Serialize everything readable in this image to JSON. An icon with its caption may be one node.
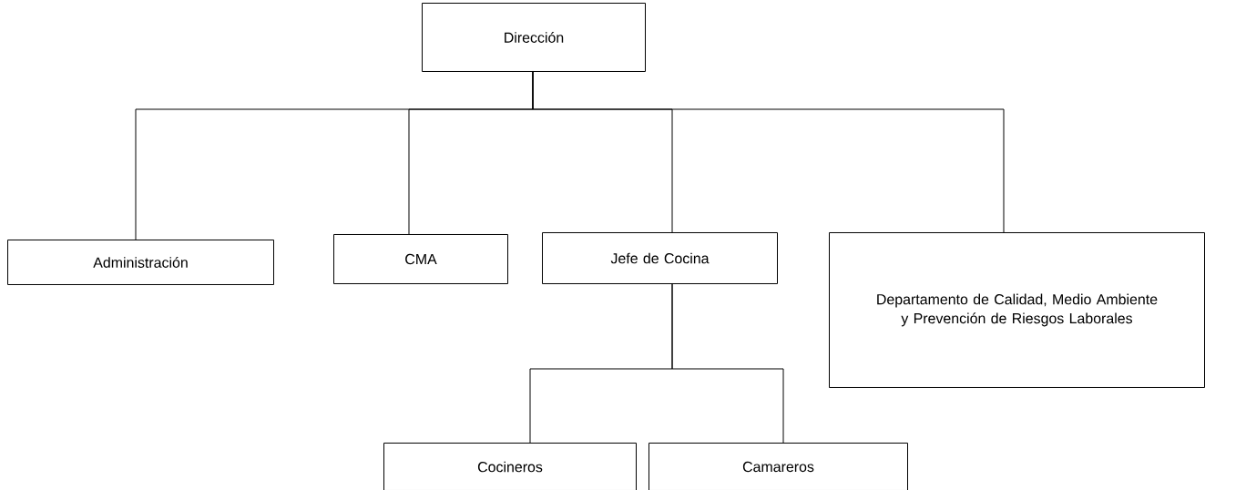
{
  "diagram": {
    "nodes": [
      {
        "text": [
          "Dirección"
        ]
      },
      {
        "text": [
          "Administración"
        ]
      },
      {
        "text": [
          "CMA"
        ]
      },
      {
        "text": [
          "Jefe de Cocina"
        ]
      },
      {
        "text": [
          "Departamento de Calidad, Medio Ambiente y Prevención de Riesgos Laborales"
        ]
      },
      {
        "text": [
          "Cocineros"
        ]
      },
      {
        "text": [
          "Camareros"
        ]
      }
    ],
    "edges": [
      {
        "from": 0,
        "to": 1,
        "arrow": "none"
      },
      {
        "from": 0,
        "to": 2,
        "arrow": "none"
      },
      {
        "from": 0,
        "to": 3,
        "arrow": "none"
      },
      {
        "from": 0,
        "to": 4,
        "arrow": "none"
      },
      {
        "from": 3,
        "to": 5,
        "arrow": "none"
      },
      {
        "from": 3,
        "to": 6,
        "arrow": "none"
      }
    ]
  }
}
